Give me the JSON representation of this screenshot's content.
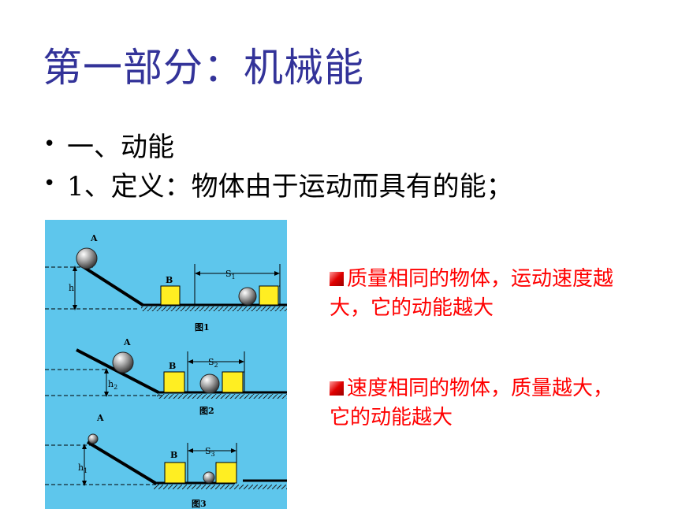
{
  "slide": {
    "title": "第一部分：机械能",
    "bullets": [
      {
        "marker": "•",
        "text": "一、动能"
      },
      {
        "marker": "•",
        "text": "1、定义：物体由于运动而具有的能；"
      }
    ],
    "notes": [
      {
        "text": "质量相同的物体，运动速度越大，它的动能越大"
      },
      {
        "text": "速度相同的物体，质量越大，它的动能越大"
      }
    ]
  },
  "diagram": {
    "background_color": "#5ec6ec",
    "block_color": "#ffee22",
    "panels": [
      {
        "ball_label": "A",
        "block_label": "B",
        "height_label": "h",
        "height_subscript": "",
        "distance_label": "S",
        "distance_subscript": "1",
        "caption": "图1"
      },
      {
        "ball_label": "A",
        "block_label": "B",
        "height_label": "h",
        "height_subscript": "2",
        "distance_label": "S",
        "distance_subscript": "2",
        "caption": "图2"
      },
      {
        "ball_label": "A",
        "block_label": "B",
        "height_label": "h",
        "height_subscript": "1",
        "distance_label": "S",
        "distance_subscript": "3",
        "caption": "图3"
      }
    ]
  }
}
